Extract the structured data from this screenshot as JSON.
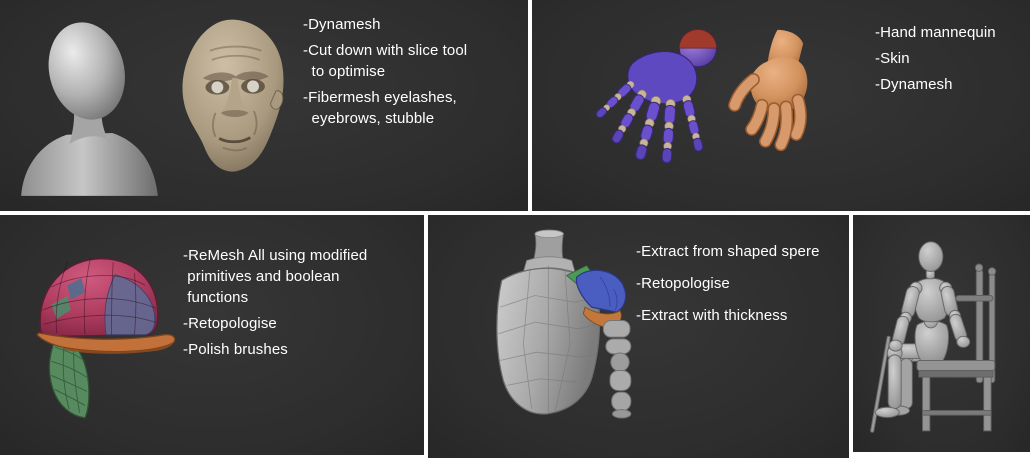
{
  "collage": {
    "palette": {
      "panel_background": "#2e2e2e",
      "divider": "#ffffff",
      "text": "#ffffff",
      "clay_gray": "#b9b9b9",
      "sculpt_tan": "#a9997f",
      "mannequin_purple": "#6a50cc",
      "joint_tan": "#c9b69a",
      "wrist_red": "#a03a2c",
      "skin_tone": "#d79a6c",
      "helmet_pink": "#b03a5e",
      "helmet_orange": "#c2713a",
      "helmet_green": "#578a5e",
      "helmet_blue_gray": "#636a94",
      "pauldron_green": "#4d9a57",
      "pauldron_blue": "#4a5ec2",
      "pauldron_orange": "#c2773c"
    },
    "panels": {
      "head_sculpt": {
        "illustrations": [
          "gray-mannequin-bust",
          "old-man-head-sculpt"
        ],
        "notes": [
          "-Dynamesh",
          "-Cut down with slice tool",
          "  to optimise",
          "-Fibermesh eyelashes,",
          "  eyebrows, stubble"
        ]
      },
      "hands": {
        "illustrations": [
          "segmented-hand-mannequin",
          "skinned-hand-sculpt"
        ],
        "notes": [
          "-Hand mannequin",
          "-Skin",
          "-Dynamesh"
        ]
      },
      "helmet": {
        "illustrations": [
          "low-poly-colored-helmet"
        ],
        "notes": [
          "-ReMesh All using modified",
          " primitives and boolean",
          " functions",
          "-Retopologise",
          "-Polish brushes"
        ]
      },
      "armor": {
        "illustrations": [
          "armor-torso-with-pauldron"
        ],
        "notes": [
          "-Extract from shaped spere",
          "-Retopologise",
          "-Extract with thickness"
        ]
      },
      "figure": {
        "illustrations": [
          "artist-mannequin-on-chair"
        ],
        "notes": []
      }
    }
  }
}
